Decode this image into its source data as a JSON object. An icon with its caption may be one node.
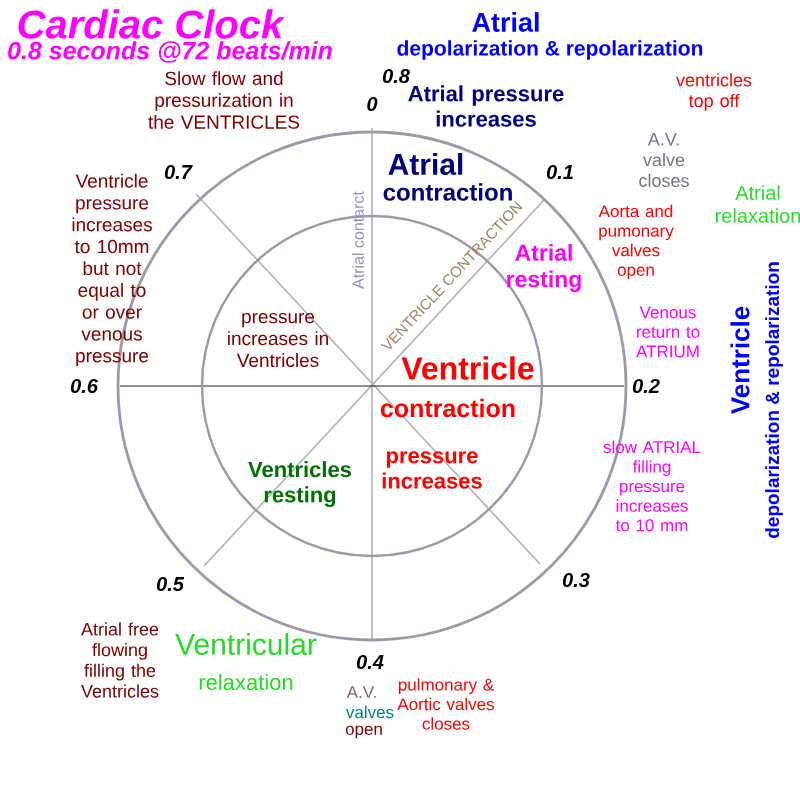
{
  "diagram": {
    "title": "Cardiac Clock",
    "labels": [
      "0.8 seconds @72 beats/min",
      "Atrial",
      "depolarization & repolarization",
      "0.8",
      "Slow flow and pressurization in the VENTRICLES",
      "0",
      "Atrial pressure increases",
      "ventricles top off",
      "A.V. valve closes",
      "Ventricle pressure increases to 10mm but not equal to or over venous pressure",
      "0.7",
      "0.1",
      "Atrial",
      "contraction",
      "Atrial contarct",
      "Atrial relaxation",
      "VENTRICLE CONTRACTION",
      "Aorta and pumonary valves open",
      "Atrial resting",
      "Venous return to ATRIUM",
      "Ventricle",
      "depolarization & repolarization",
      "pressure increases in Ventricles",
      "Ventricle",
      "0.6",
      "0.2",
      "contraction",
      "slow ATRIAL filling pressure increases to 10 mm",
      "Ventricles resting",
      "pressure increases",
      "0.5",
      "0.3",
      "Atrial free flowing filling the Ventricles",
      "Ventricular",
      "relaxation",
      "0.4",
      "A.V.",
      "pulmonary & Aortic valves closes",
      "valves",
      "open"
    ]
  }
}
